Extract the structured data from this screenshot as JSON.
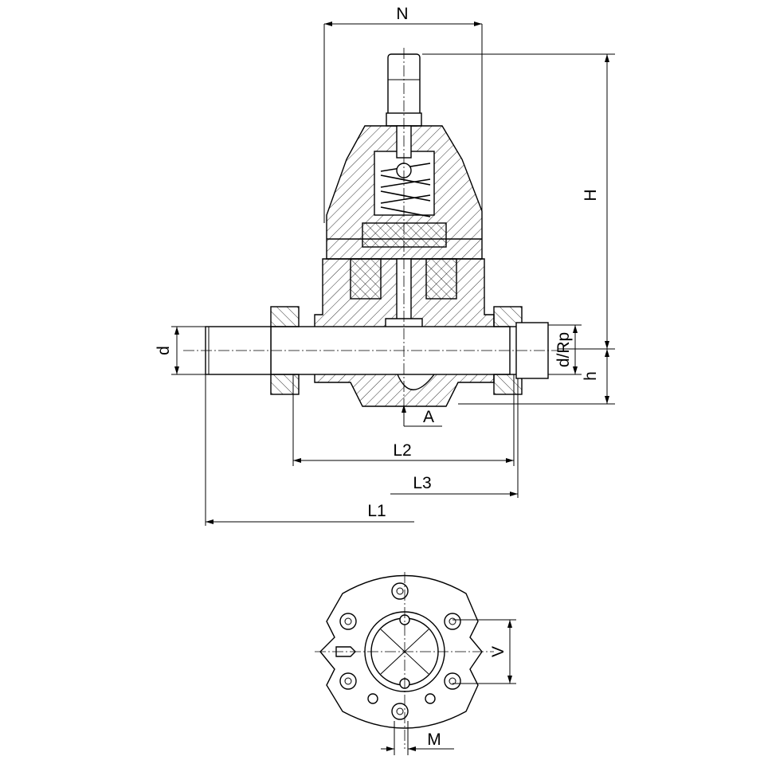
{
  "drawing": {
    "title": "Pressure regulator dimension drawing",
    "labels": {
      "N": "N",
      "H": "H",
      "d": "d",
      "d_rp": "d/Rp",
      "h": "h",
      "A": "A",
      "L2": "L2",
      "L3": "L3",
      "L1": "L1",
      "V": "V",
      "M": "M"
    }
  }
}
